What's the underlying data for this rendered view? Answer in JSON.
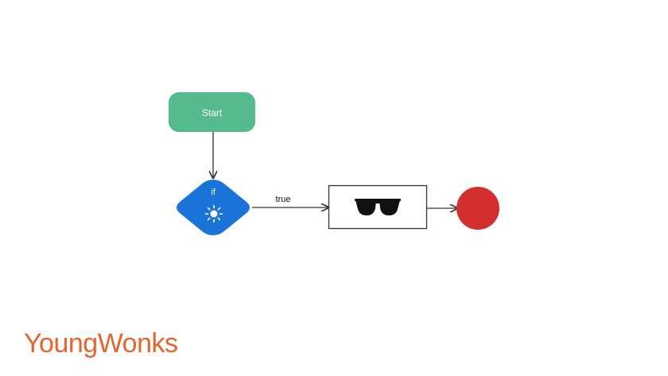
{
  "diagram": {
    "start_label": "Start",
    "decision_label": "if",
    "decision_icon": "sun-icon",
    "edge_true_label": "true",
    "action_icon": "sunglasses-icon",
    "end_shape": "filled-circle"
  },
  "brand": {
    "name": "YoungWonks"
  },
  "colors": {
    "start_fill": "#55bb8e",
    "decision_fill": "#1a73d6",
    "end_fill": "#d32f2f",
    "arrow": "#333333",
    "brand": "#e8642c",
    "box_border": "#333333"
  }
}
